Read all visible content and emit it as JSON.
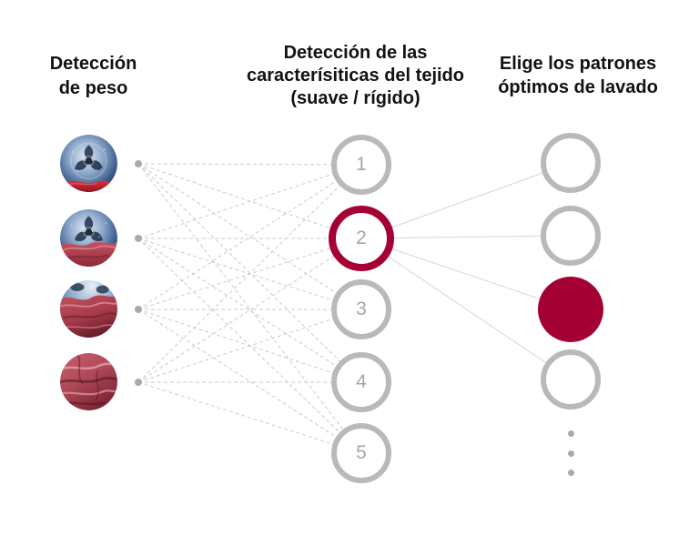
{
  "headers": {
    "input": "Detección\nde peso",
    "hidden": "Detección de las\ncaracterísiticas del tejido\n(suave / rígido)",
    "output": "Elige los patrones\nóptimos de lavado"
  },
  "input": {
    "images": [
      {
        "name": "drum-load-light",
        "label": "tambor casi vacío"
      },
      {
        "name": "drum-load-medium",
        "label": "tambor con carga media"
      },
      {
        "name": "drum-load-heavy",
        "label": "tambor con carga alta"
      },
      {
        "name": "drum-load-full",
        "label": "tambor lleno de tejido"
      }
    ]
  },
  "hidden": {
    "nodes": [
      {
        "label": "1",
        "active": false
      },
      {
        "label": "2",
        "active": true
      },
      {
        "label": "3",
        "active": false
      },
      {
        "label": "4",
        "active": false
      },
      {
        "label": "5",
        "active": false
      }
    ]
  },
  "output": {
    "nodes": [
      {
        "active": false
      },
      {
        "active": false
      },
      {
        "active": true
      },
      {
        "active": false
      }
    ],
    "ellipsis_dots": 3
  },
  "connections": {
    "dashed": [
      [
        1,
        1
      ],
      [
        1,
        2
      ],
      [
        1,
        3
      ],
      [
        1,
        4
      ],
      [
        1,
        5
      ],
      [
        2,
        1
      ],
      [
        2,
        2
      ],
      [
        2,
        3
      ],
      [
        2,
        4
      ],
      [
        2,
        5
      ],
      [
        3,
        1
      ],
      [
        3,
        2
      ],
      [
        3,
        3
      ],
      [
        3,
        4
      ],
      [
        3,
        5
      ],
      [
        4,
        1
      ],
      [
        4,
        2
      ],
      [
        4,
        3
      ],
      [
        4,
        4
      ],
      [
        4,
        5
      ]
    ],
    "solid": [
      [
        2,
        1
      ],
      [
        2,
        2
      ],
      [
        2,
        3
      ],
      [
        2,
        4
      ]
    ]
  },
  "colors": {
    "accent": "#a50034",
    "ring_gray": "#b9b9b9",
    "number_gray": "#a6a6a6",
    "dashed_line": "#cbcbcb",
    "solid_line": "#d6d6d6",
    "text": "#121212"
  }
}
